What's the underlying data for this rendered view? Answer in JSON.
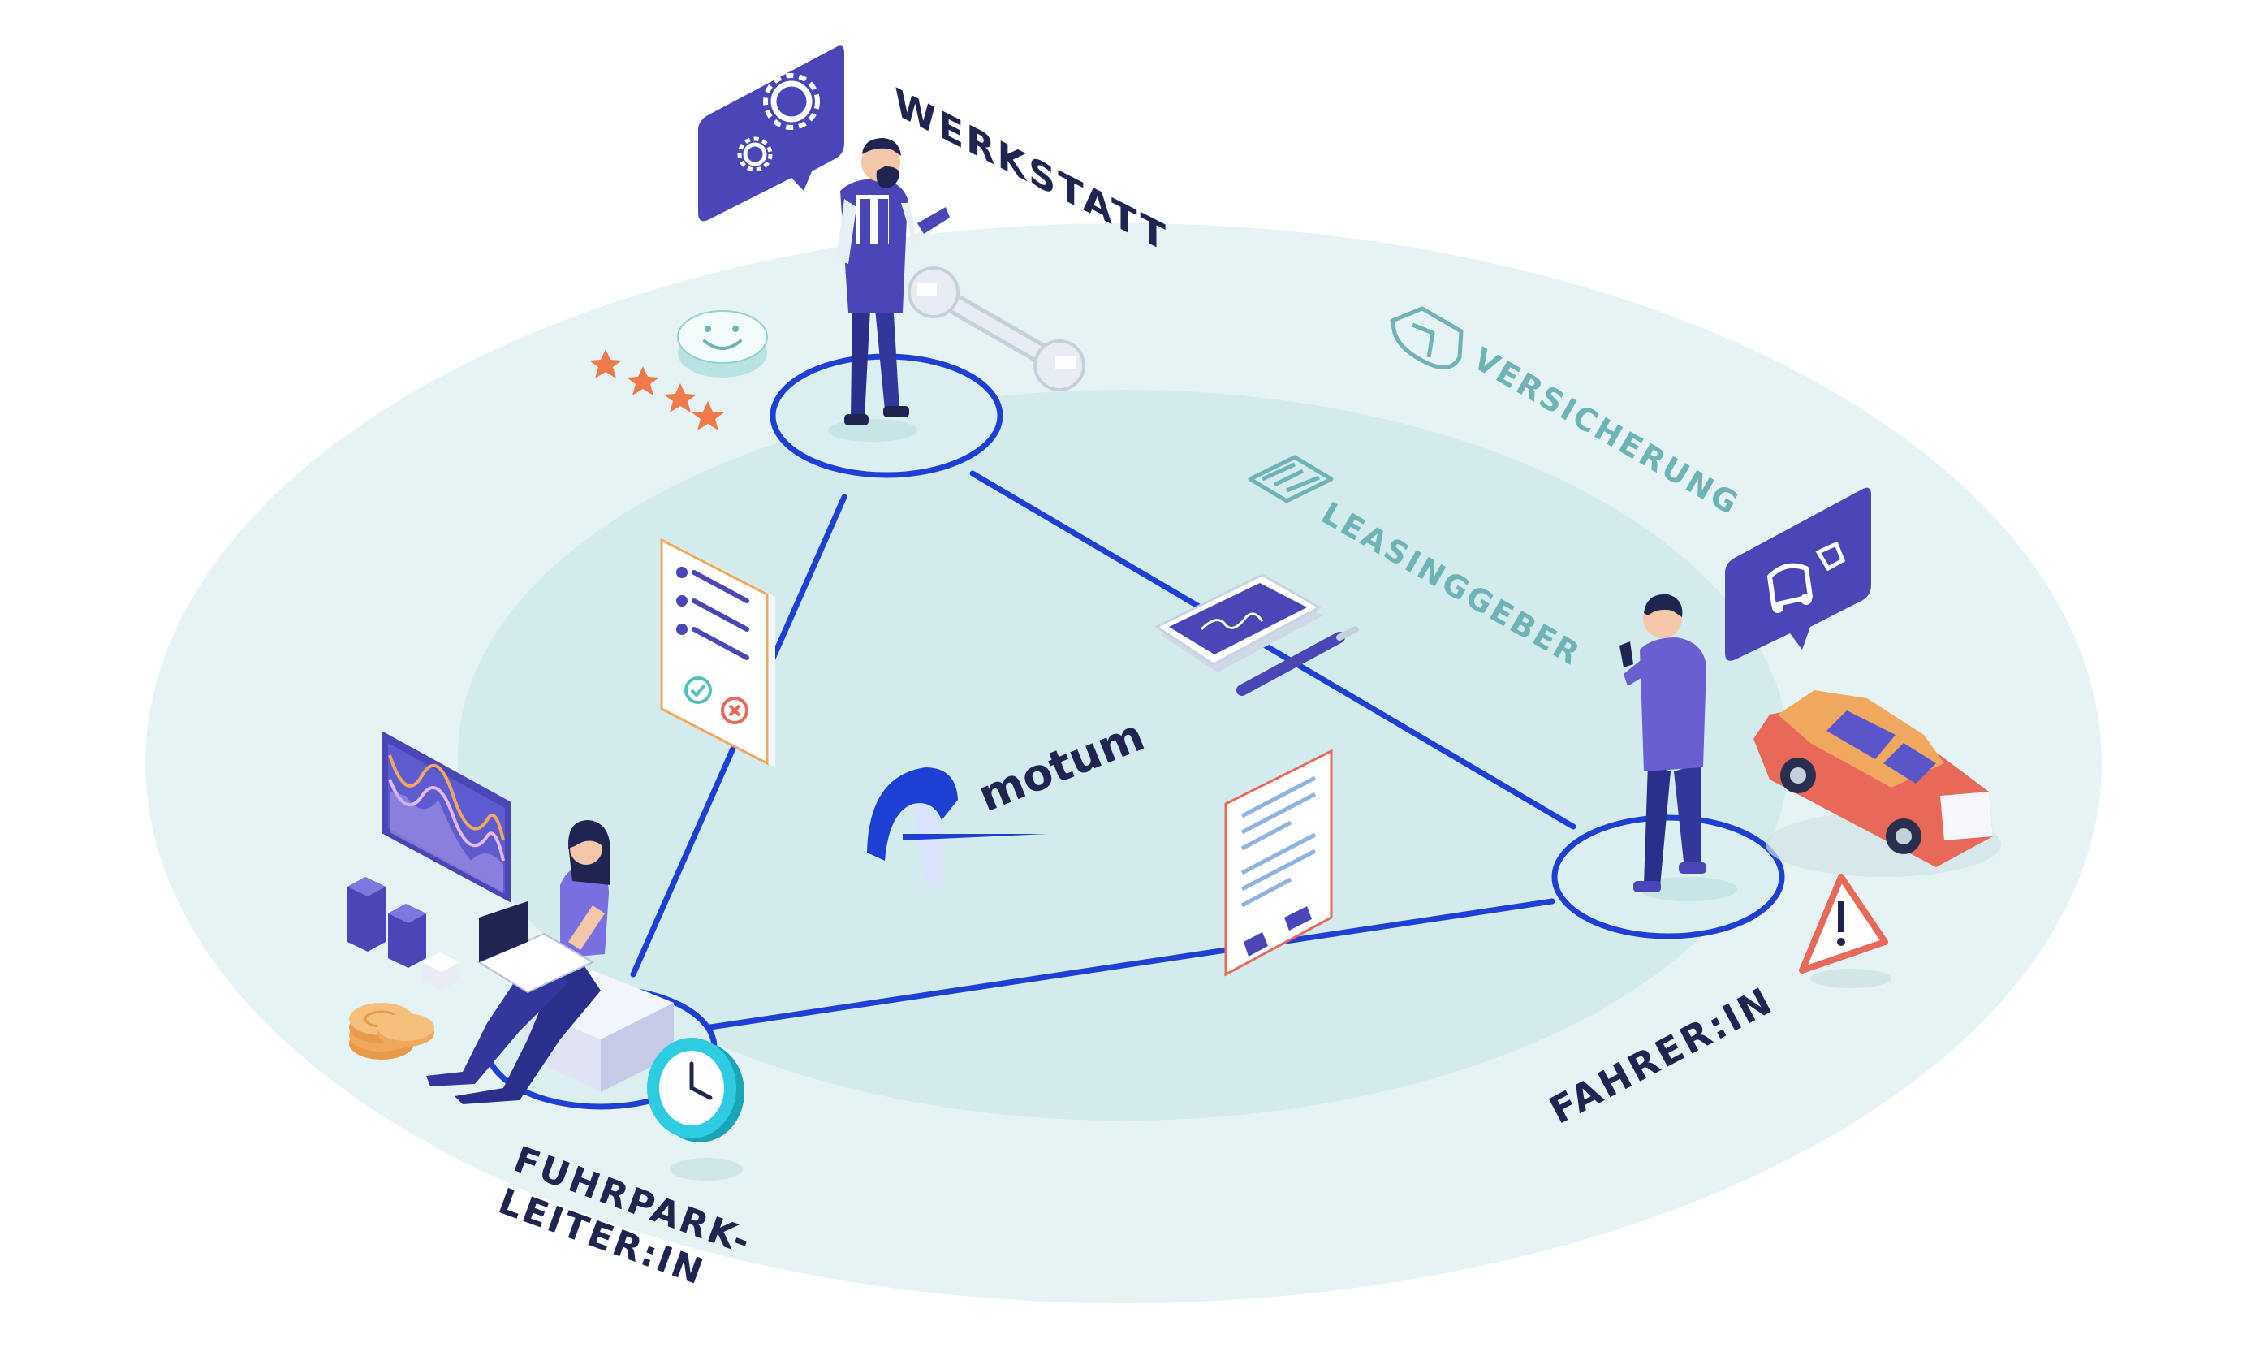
{
  "brand": {
    "name": "motum"
  },
  "nodes": {
    "werkstatt": {
      "label": "WERKSTATT"
    },
    "fuhrpark": {
      "label_line1": "FUHRPARK-",
      "label_line2": "LEITER:IN"
    },
    "fahrer": {
      "label": "FAHRER:IN"
    }
  },
  "partners": {
    "versicherung": {
      "label": "VERSICHERUNG"
    },
    "leasinggeber": {
      "label": "LEASINGGEBER"
    }
  },
  "colors": {
    "outer_ellipse": "#e6f3f4",
    "inner_ellipse": "#d4ebee",
    "network_line": "#1e3fd4",
    "label_dark": "#1f2450",
    "label_teal": "#6fb3b6",
    "bubble": "#4a46b8",
    "person": "#4a46b8",
    "car": "#f0a85e",
    "warning": "#e8685a",
    "brand_blue": "#1e3fd4"
  },
  "icons": [
    "gear-speech-bubble-icon",
    "car-service-speech-bubble-icon",
    "shield-icon",
    "contract-signature-icon",
    "wrench-icon",
    "smiley-icon",
    "star-rating-icon",
    "checklist-document-icon",
    "tablet-signature-icon",
    "pen-icon",
    "report-document-icon",
    "analytics-chart-icon",
    "cube-stack-icon",
    "coin-stack-icon",
    "clock-icon",
    "warning-triangle-icon",
    "car-icon",
    "motum-logo-icon"
  ]
}
